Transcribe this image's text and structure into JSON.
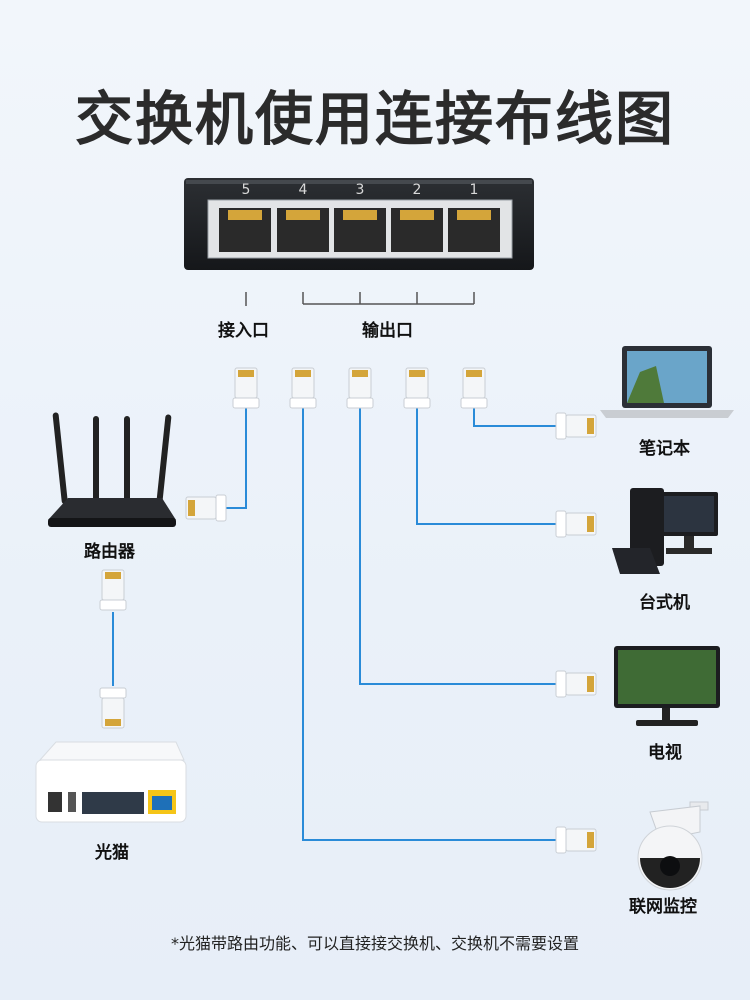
{
  "title": "交换机使用连接布线图",
  "switch": {
    "ports": [
      "5",
      "4",
      "3",
      "2",
      "1"
    ],
    "input_label": "接入口",
    "output_label": "输出口"
  },
  "devices": {
    "router": "路由器",
    "modem": "光猫",
    "laptop": "笔记本",
    "desktop": "台式机",
    "tv": "电视",
    "camera": "联网监控"
  },
  "note": "*光猫带路由功能、可以直接接交换机、交换机不需要设置",
  "colors": {
    "cable": "#2a8bd8",
    "switch_body": "#1e2022",
    "gold": "#d4a53a"
  }
}
